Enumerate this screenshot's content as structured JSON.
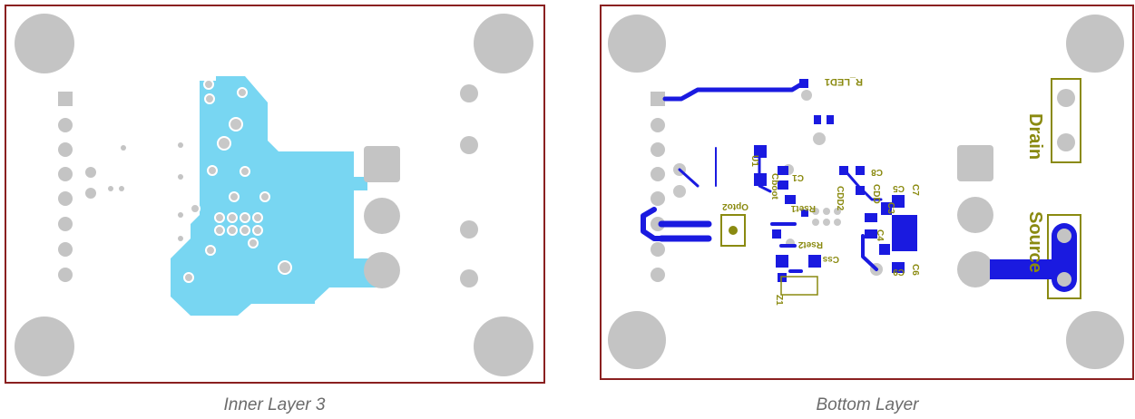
{
  "panels": [
    {
      "caption": "Inner Layer 3",
      "colors": {
        "outline": "#8a2020",
        "pad": "#c4c4c4",
        "copper": "#78d6f2",
        "via": "#c8c8c8"
      }
    },
    {
      "caption": "Bottom Layer",
      "colors": {
        "outline": "#8a2020",
        "pad": "#c4c4c4",
        "trace": "#1a1ae0",
        "silkscreen": "#8a8a10"
      },
      "labels": {
        "r_led": "R_LED1",
        "drain": "Drain",
        "source": "Source",
        "c8": "C8",
        "c5": "C5",
        "c7": "C7",
        "c6": "C6",
        "c9": "C9",
        "cdd": "CDD",
        "cdd2": "CDD2",
        "u1": "U1",
        "c1": "C1",
        "cboot": "Cboot",
        "opto2": "Opto2",
        "rset1": "Rset1",
        "rset2": "Rset2",
        "css": "Css",
        "z1": "Z1",
        "c4": "C4",
        "c3": "C3"
      }
    }
  ]
}
